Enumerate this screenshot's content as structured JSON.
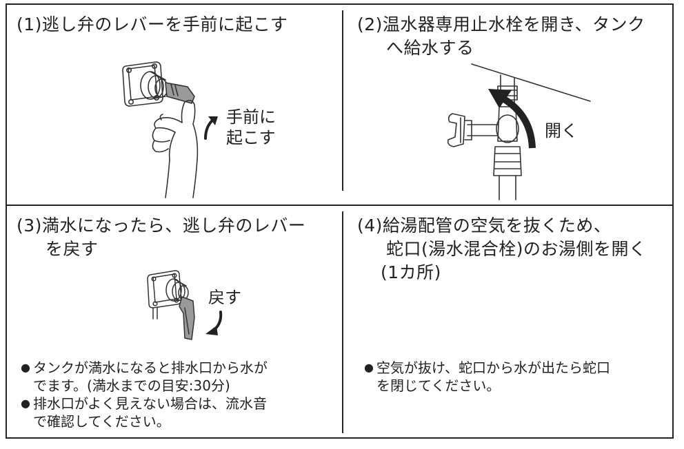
{
  "steps": [
    {
      "number": "(1)",
      "lines": [
        "逃し弁のレバーを手前に起こす"
      ],
      "annotation": [
        "手前に",
        "起こす"
      ]
    },
    {
      "number": "(2)",
      "lines": [
        "温水器専用止水栓を開き、タンク",
        "へ給水する"
      ],
      "annotation": [
        "開く"
      ]
    },
    {
      "number": "(3)",
      "lines": [
        "満水になったら、逃し弁のレバー",
        "を戻す"
      ],
      "annotation": [
        "戻す"
      ],
      "notes": [
        [
          "タンクが満水になると排水口から水が",
          "でます。(満水までの目安:30分)"
        ],
        [
          "排水口がよく見えない場合は、流水音",
          "で確認してください。"
        ]
      ]
    },
    {
      "number": "(4)",
      "lines": [
        "給湯配管の空気を抜くため、",
        "蛇口(湯水混合栓)のお湯側を開く",
        "(1カ所)"
      ],
      "notes": [
        [
          "空気が抜け、蛇口から水が出たら蛇口",
          "を閉じてください。"
        ]
      ]
    }
  ],
  "bullet_glyph": "●"
}
